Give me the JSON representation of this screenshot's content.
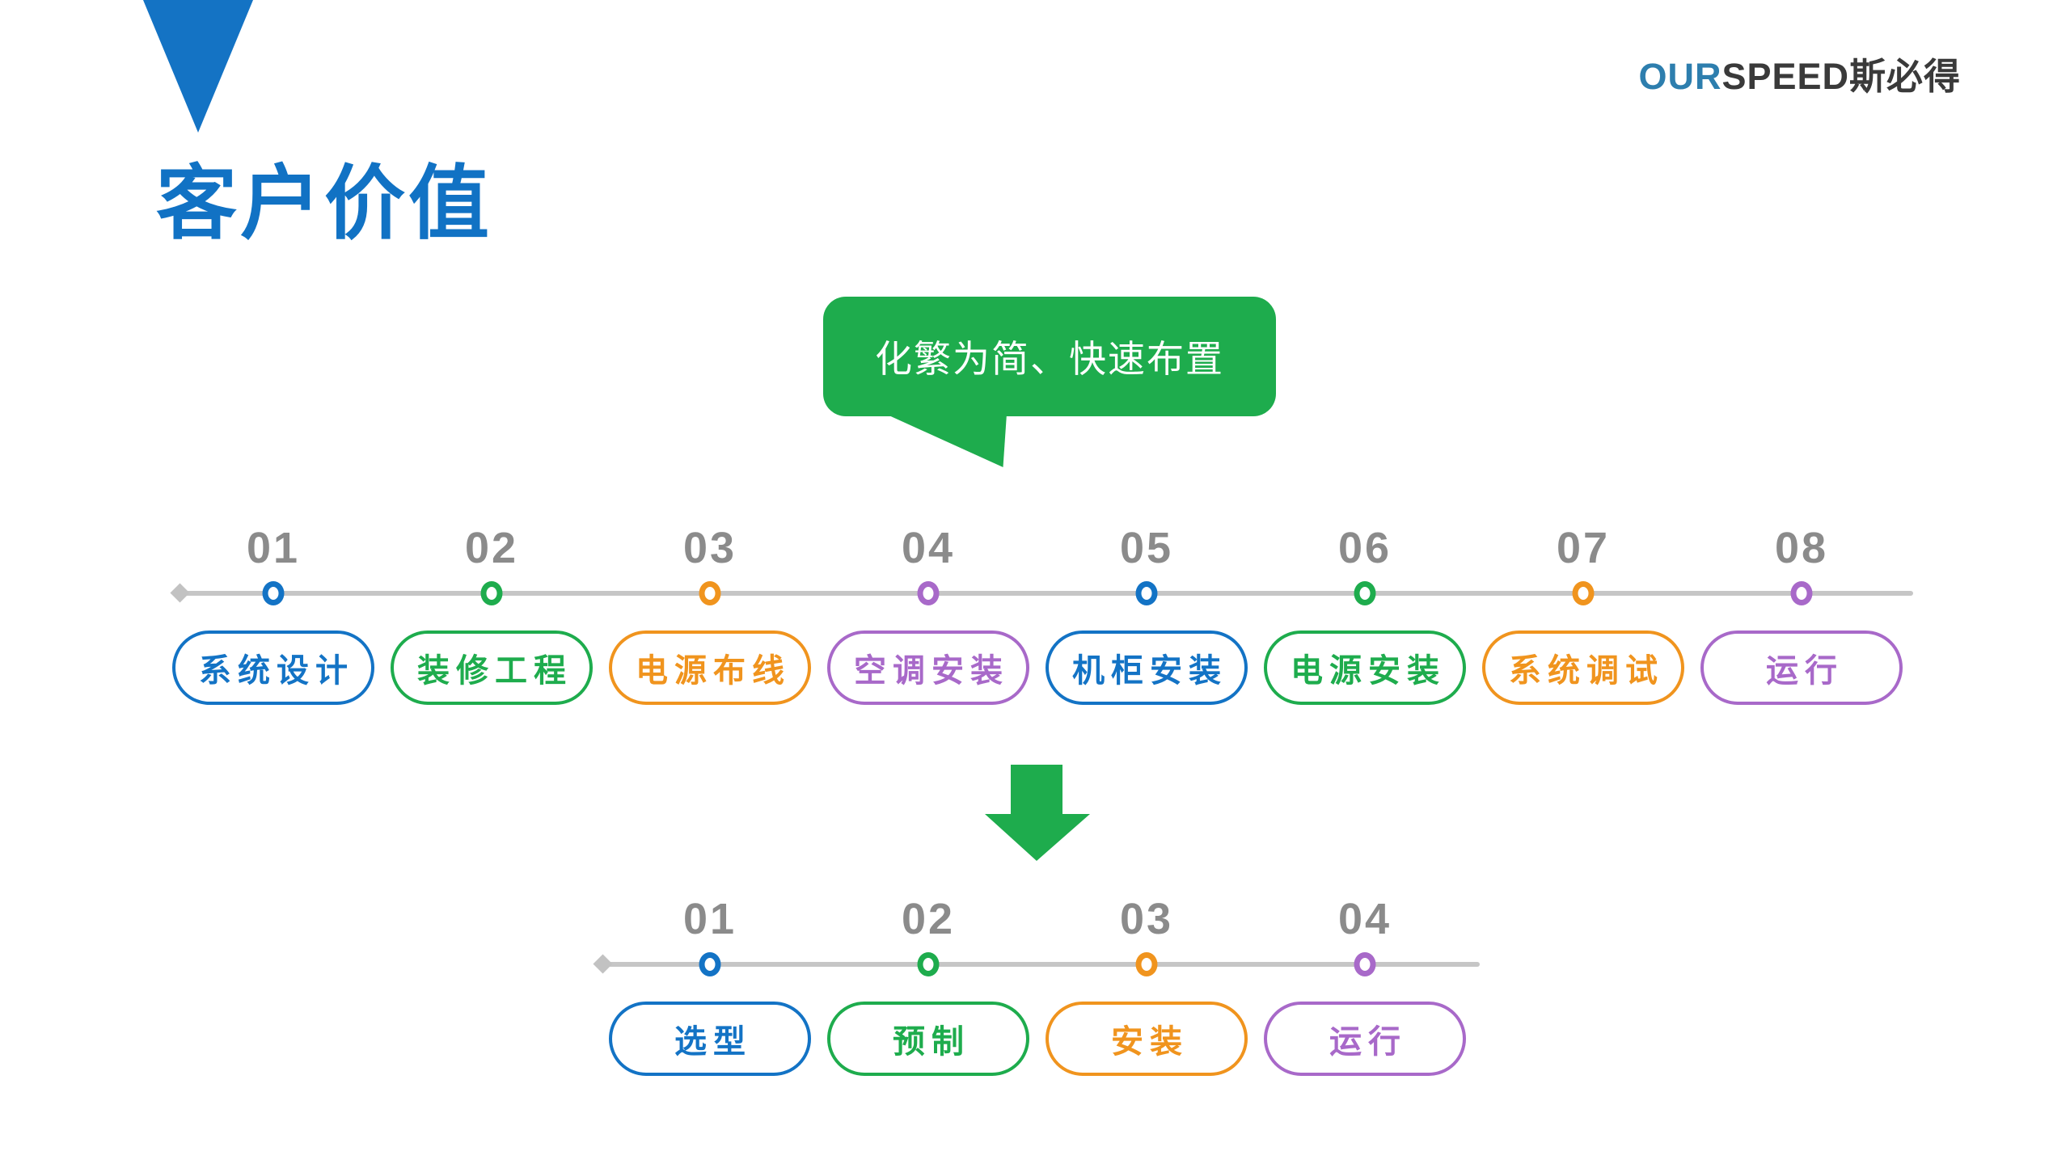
{
  "logo": {
    "prefix": "OUR",
    "rest": "SPEED斯必得"
  },
  "title": "客户价值",
  "bubble": {
    "text": "化繁为简、快速布置"
  },
  "colors": {
    "blue": "#1373C5",
    "green": "#1EAC4D",
    "orange": "#F0941E",
    "purple": "#A869C9",
    "number_gray": "#8B8B8B",
    "line_gray": "#C6C6C6",
    "diamond_gray": "#C2C2C2",
    "title_blue": "#1172C4",
    "triangle_blue": "#1473C4",
    "bubble_green": "#1EAC4D",
    "arrow_green": "#1EAC4D",
    "logo_accent": "#2D7EAE",
    "logo_text": "#3A3A3A"
  },
  "process_before": {
    "steps": [
      {
        "num": "01",
        "label": "系统设计",
        "color": "blue"
      },
      {
        "num": "02",
        "label": "装修工程",
        "color": "green"
      },
      {
        "num": "03",
        "label": "电源布线",
        "color": "orange"
      },
      {
        "num": "04",
        "label": "空调安装",
        "color": "purple"
      },
      {
        "num": "05",
        "label": "机柜安装",
        "color": "blue"
      },
      {
        "num": "06",
        "label": "电源安装",
        "color": "green"
      },
      {
        "num": "07",
        "label": "系统调试",
        "color": "orange"
      },
      {
        "num": "08",
        "label": "运行",
        "color": "purple"
      }
    ]
  },
  "process_after": {
    "steps": [
      {
        "num": "01",
        "label": "选型",
        "color": "blue"
      },
      {
        "num": "02",
        "label": "预制",
        "color": "green"
      },
      {
        "num": "03",
        "label": "安装",
        "color": "orange"
      },
      {
        "num": "04",
        "label": "运行",
        "color": "purple"
      }
    ]
  }
}
